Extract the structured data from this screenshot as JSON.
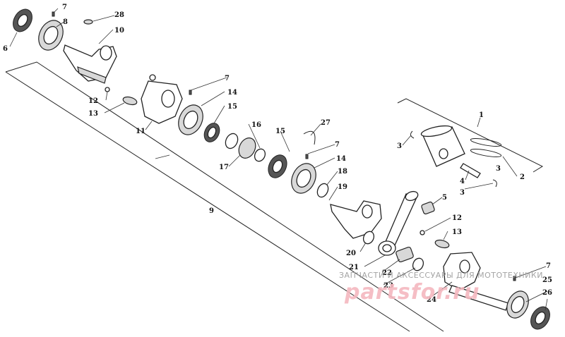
{
  "callouts": {
    "c1": "1",
    "c2": "2",
    "c3a": "3",
    "c3b": "3",
    "c3c": "3",
    "c4": "4",
    "c5": "5",
    "c6": "6",
    "c7a": "7",
    "c7b": "7",
    "c7c": "7",
    "c7d": "7",
    "c8": "8",
    "c9": "9",
    "c10": "10",
    "c11": "11",
    "c12a": "12",
    "c12b": "12",
    "c13a": "13",
    "c13b": "13",
    "c14a": "14",
    "c14b": "14",
    "c15a": "15",
    "c15b": "15",
    "c16": "16",
    "c17": "17",
    "c18": "18",
    "c19": "19",
    "c20": "20",
    "c21": "21",
    "c22": "22",
    "c23": "23",
    "c24": "24",
    "c25": "25",
    "c26": "26",
    "c27": "27",
    "c28": "28"
  },
  "watermark": {
    "tagline": "ЗАПЧАСТИ И АКСЕССУАРЫ ДЛЯ МОТОТЕХНИКИ",
    "brand": "partsfor.ru"
  }
}
